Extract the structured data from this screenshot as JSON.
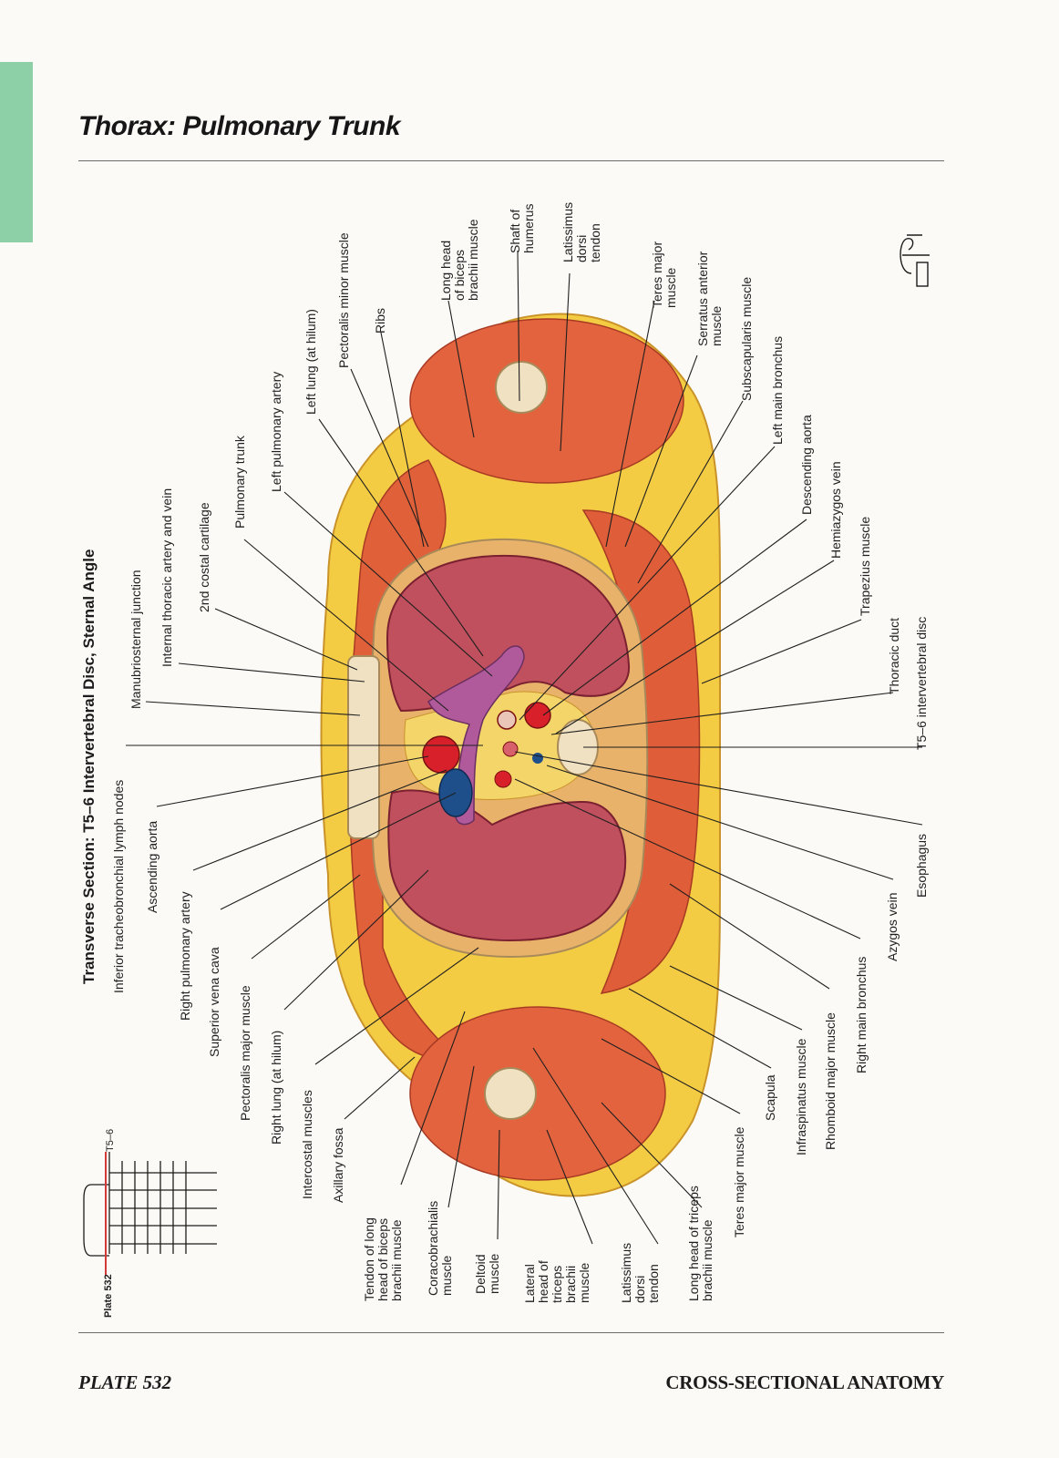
{
  "page": {
    "title": "Thorax: Pulmonary Trunk",
    "subtitle": "Transverse Section: T5–6 Intervertebral Disc, Sternal Angle",
    "footer_left": "PLATE 532",
    "footer_right": "CROSS-SECTIONAL ANATOMY",
    "locator_plate": "Plate 532",
    "locator_level": "T5–6"
  },
  "labels_top": [
    "Inferior tracheobronchial lymph nodes",
    "Manubriosternal junction",
    "Internal thoracic artery and vein",
    "2nd costal cartilage",
    "Pulmonary trunk",
    "Left pulmonary artery",
    "Left lung (at hilum)",
    "Pectoralis minor muscle",
    "Ribs",
    "Long head\nof biceps\nbrachii muscle",
    "Shaft of\nhumerus",
    "Latissimus\ndorsi\ntendon",
    "Teres major\nmuscle",
    "Serratus anterior\nmuscle",
    "Subscapularis muscle",
    "Left main bronchus",
    "Descending aorta",
    "Hemiazygos vein",
    "Trapezius muscle",
    "Thoracic duct",
    "T5–6 intervertebral disc"
  ],
  "labels_bottom": [
    "Ascending aorta",
    "Right pulmonary artery",
    "Superior vena cava",
    "Pectoralis major muscle",
    "Right lung (at hilum)",
    "Intercostal muscles",
    "Axillary fossa",
    "Tendon of long\nhead of biceps\nbrachii muscle",
    "Coracobrachialis\nmuscle",
    "Deltoid\nmuscle",
    "Lateral\nhead of\ntriceps\nbrachii\nmuscle",
    "Latissimus\ndorsi\ntendon",
    "Long head of triceps\nbrachii muscle",
    "Teres major muscle",
    "Scapula",
    "Infraspinatus muscle",
    "Rhomboid major muscle",
    "Right main bronchus",
    "Azygos vein",
    "Esophagus"
  ],
  "colors": {
    "tab": "#8dcfa6",
    "fat": "#f4cc43",
    "muscle": "#e0603a",
    "lung": "#c0505d",
    "artery": "#d8202a",
    "vein": "#1f4f8a",
    "pulmonary_trunk": "#b05a9c",
    "bone": "#efe1c2"
  }
}
